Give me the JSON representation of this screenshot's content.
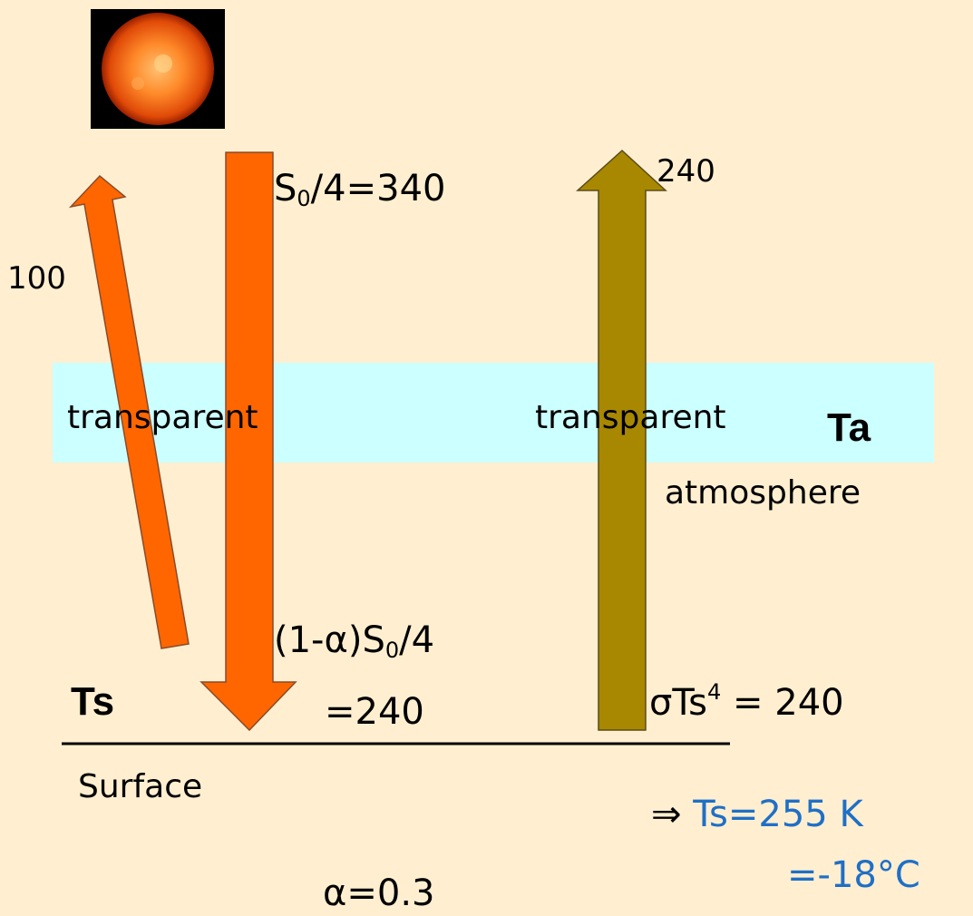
{
  "labels": {
    "incoming_prefix": "S",
    "incoming_sub": "0",
    "incoming_suffix": "/4=340",
    "reflected_value": "100",
    "outgoing_value": "240",
    "transparent_left": "transparent",
    "transparent_right": "transparent",
    "atmosphere_temp": "Ta",
    "atmosphere_label": "atmosphere",
    "absorbed_prefix": "(1-α)S",
    "absorbed_sub": "0",
    "absorbed_suffix": "/4",
    "absorbed_value": "=240",
    "surface_temp": "Ts",
    "surface_label": "Surface",
    "emission_prefix": "σTs",
    "emission_sup": "4",
    "emission_suffix": " = 240",
    "result_arrow": "⇒",
    "result_temp_k": "Ts=255 K",
    "result_temp_c": "=-18°C",
    "albedo": "α=0.3"
  },
  "colors": {
    "background": "#FFEFD0",
    "solar_arrow": "#FF6600",
    "ir_arrow": "#A88800",
    "atmosphere_band": "#CCFFFF",
    "result_text": "#1F6FC6",
    "sun_core": "#FF9A3C",
    "sun_edge": "#C62800"
  },
  "icons": {
    "sun": "sun-image"
  }
}
